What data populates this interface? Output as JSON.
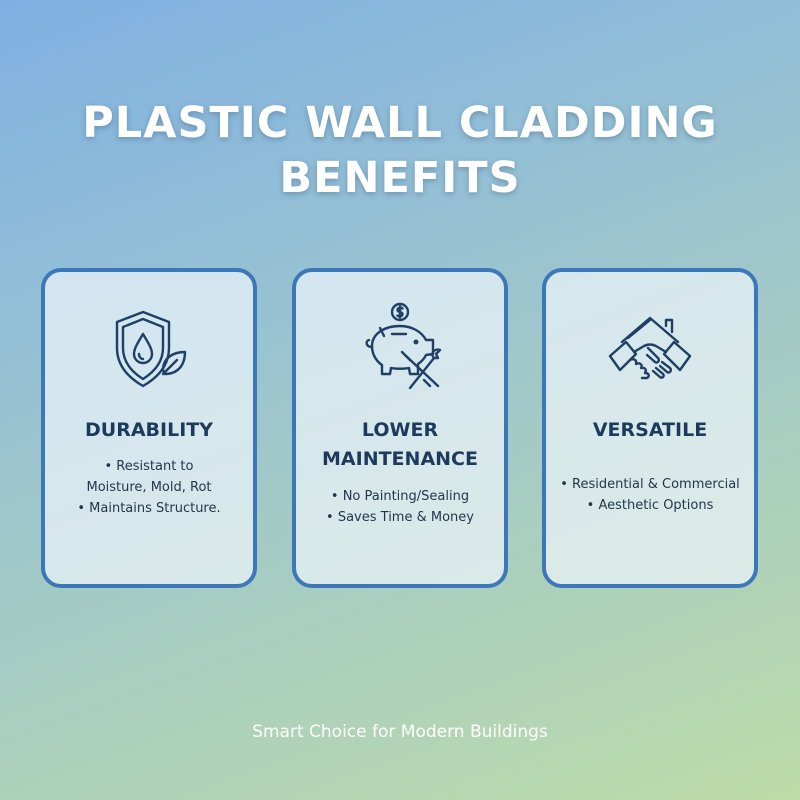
{
  "title": {
    "line1": "PLASTIC WALL CLADDING",
    "line2": "BENEFITS"
  },
  "cards": [
    {
      "icon": "shield-water-drop-leaf-icon",
      "heading_lines": [
        "DURABILITY"
      ],
      "bullets": [
        "• Resistant to",
        "Moisture, Mold, Rot",
        "• Maintains Structure."
      ]
    },
    {
      "icon": "piggy-bank-dollar-tools-icon",
      "heading_lines": [
        "LOWER",
        "MAINTENANCE"
      ],
      "bullets": [
        "• No Painting/Sealing",
        "• Saves Time & Money"
      ]
    },
    {
      "icon": "house-handshake-icon",
      "heading_lines": [
        "VERSATILE"
      ],
      "bullets": [
        "• Residential & Commercial",
        "• Aesthetic Options"
      ]
    }
  ],
  "tagline": "Smart Choice for Modern Buildings",
  "colors": {
    "card_border": "#3c78b9",
    "icon_stroke": "#1f3f66",
    "heading": "#1d3a5c"
  }
}
